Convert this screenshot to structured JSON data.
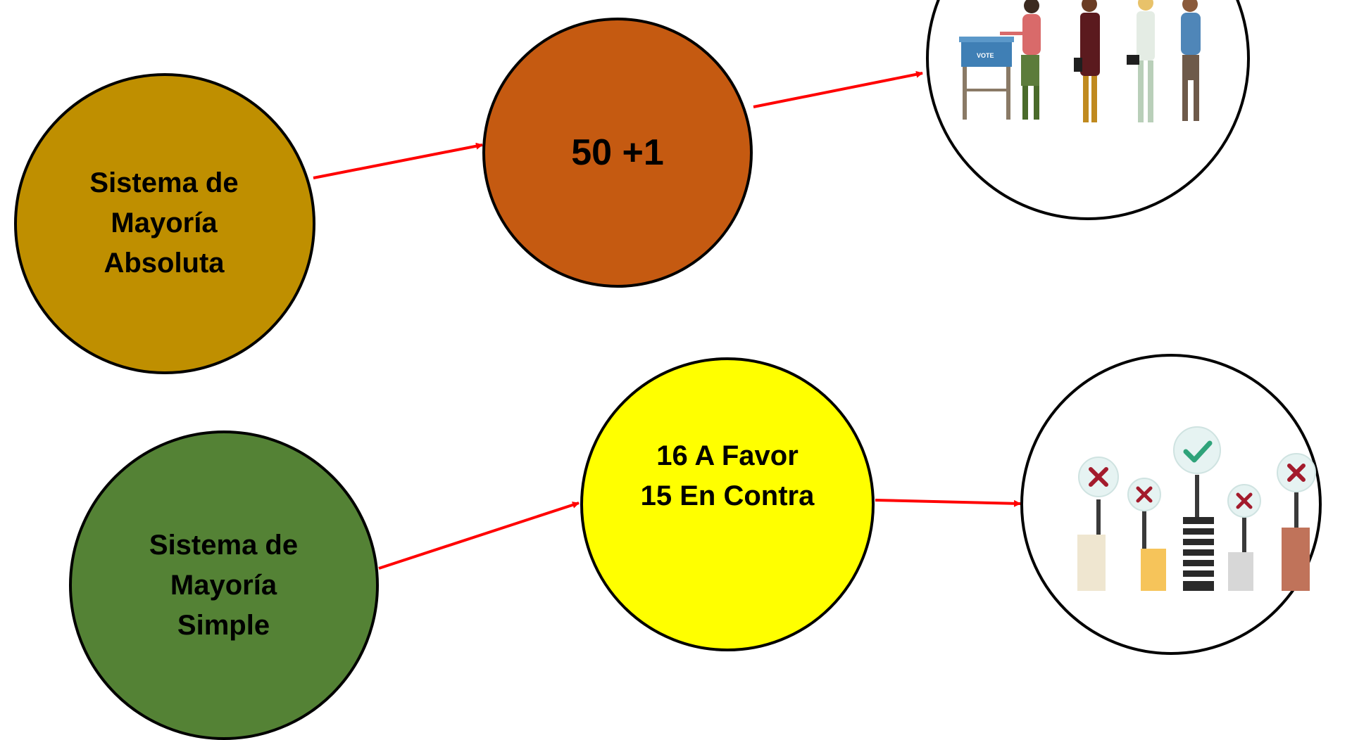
{
  "nodes": {
    "absoluta": {
      "label": "Sistema de\nMayoría\nAbsoluta",
      "fill": "#bf8f00"
    },
    "cincuenta": {
      "label": "50 +1",
      "fill": "#c55a11"
    },
    "simple": {
      "label": "Sistema de\nMayoría\nSimple",
      "fill": "#548235"
    },
    "favor": {
      "label": "16 A Favor\n15 En Contra",
      "fill": "#ffff00"
    }
  },
  "colors": {
    "arrow": "#ff0000",
    "outline": "#000000",
    "illustration_bg": "#ffffff",
    "reject_mark": "#a31b2c",
    "approve_mark": "#2fa37a"
  },
  "icons": {
    "voting_queue": "voting-queue-illustration-icon",
    "voting_queue_ballot_box": "VOTE",
    "approval_signs": "approval-signs-illustration-icon"
  }
}
